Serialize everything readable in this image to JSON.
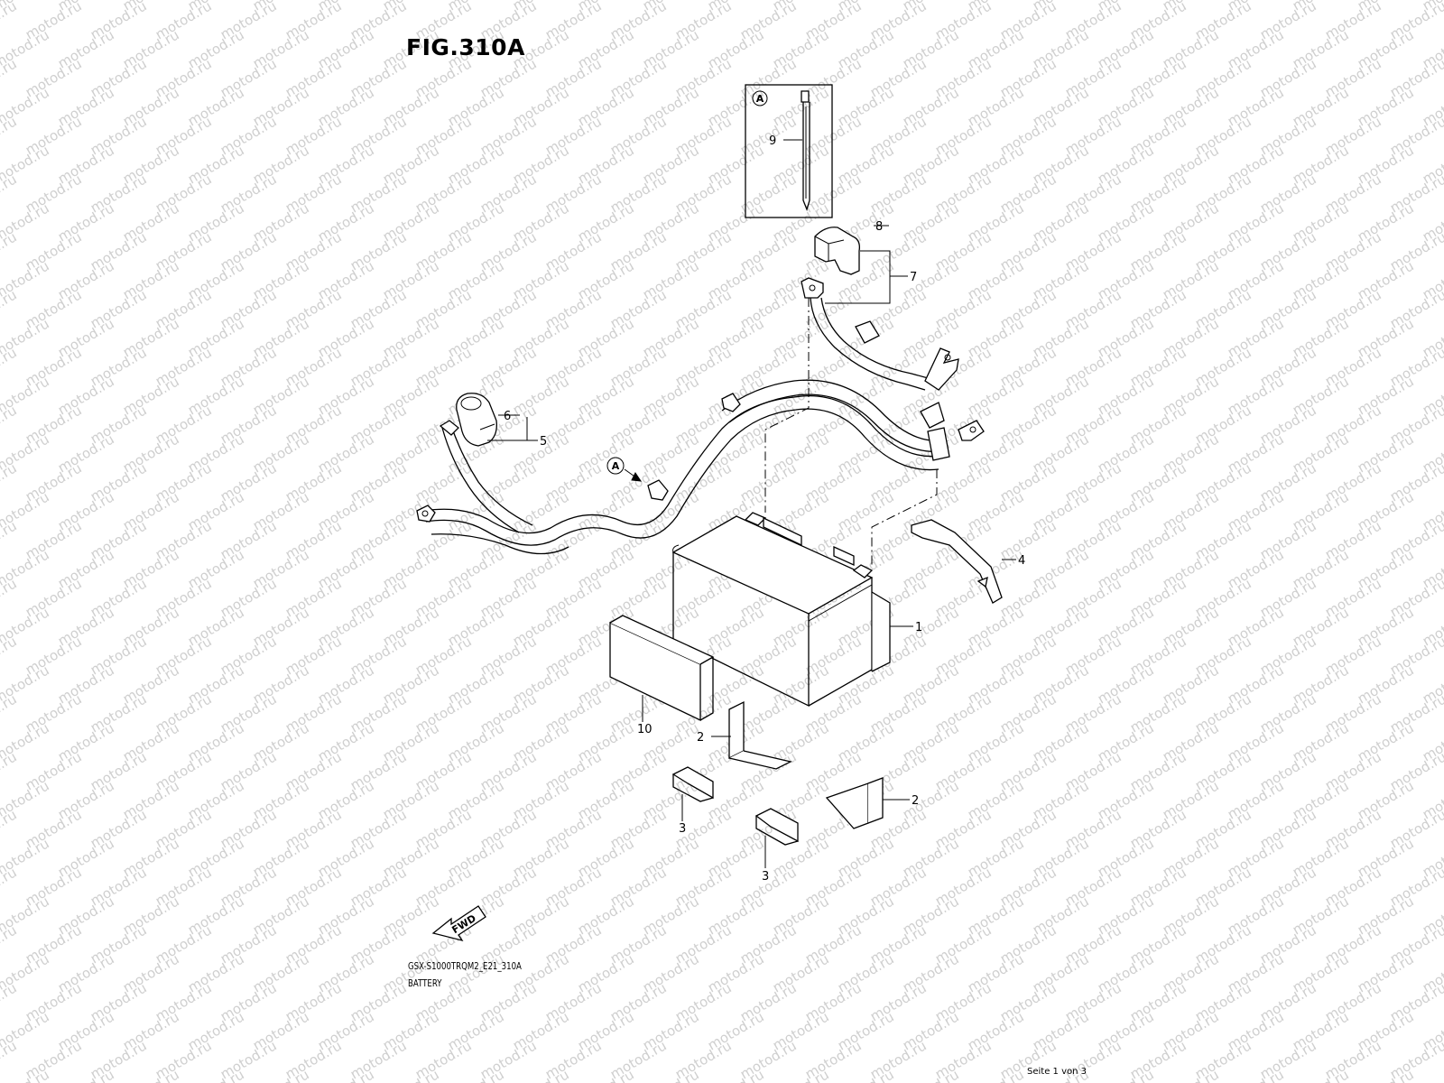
{
  "figure": {
    "title": "FIG.310A",
    "diagram_code": "GSX-S1000TRQM2_E21_310A",
    "diagram_name": "BATTERY",
    "page_indicator": "Seite 1 von 3"
  },
  "watermark": {
    "text": "motod.ru",
    "color": "#cfcfcf"
  },
  "detail_marker": "A",
  "fwd_label": "FWD",
  "callouts": [
    {
      "id": "c1",
      "label": "1"
    },
    {
      "id": "c2a",
      "label": "2"
    },
    {
      "id": "c2b",
      "label": "2"
    },
    {
      "id": "c3a",
      "label": "3"
    },
    {
      "id": "c3b",
      "label": "3"
    },
    {
      "id": "c4",
      "label": "4"
    },
    {
      "id": "c5",
      "label": "5"
    },
    {
      "id": "c6",
      "label": "6"
    },
    {
      "id": "c7",
      "label": "7"
    },
    {
      "id": "c8",
      "label": "8"
    },
    {
      "id": "c9",
      "label": "9"
    },
    {
      "id": "c10",
      "label": "10"
    }
  ]
}
